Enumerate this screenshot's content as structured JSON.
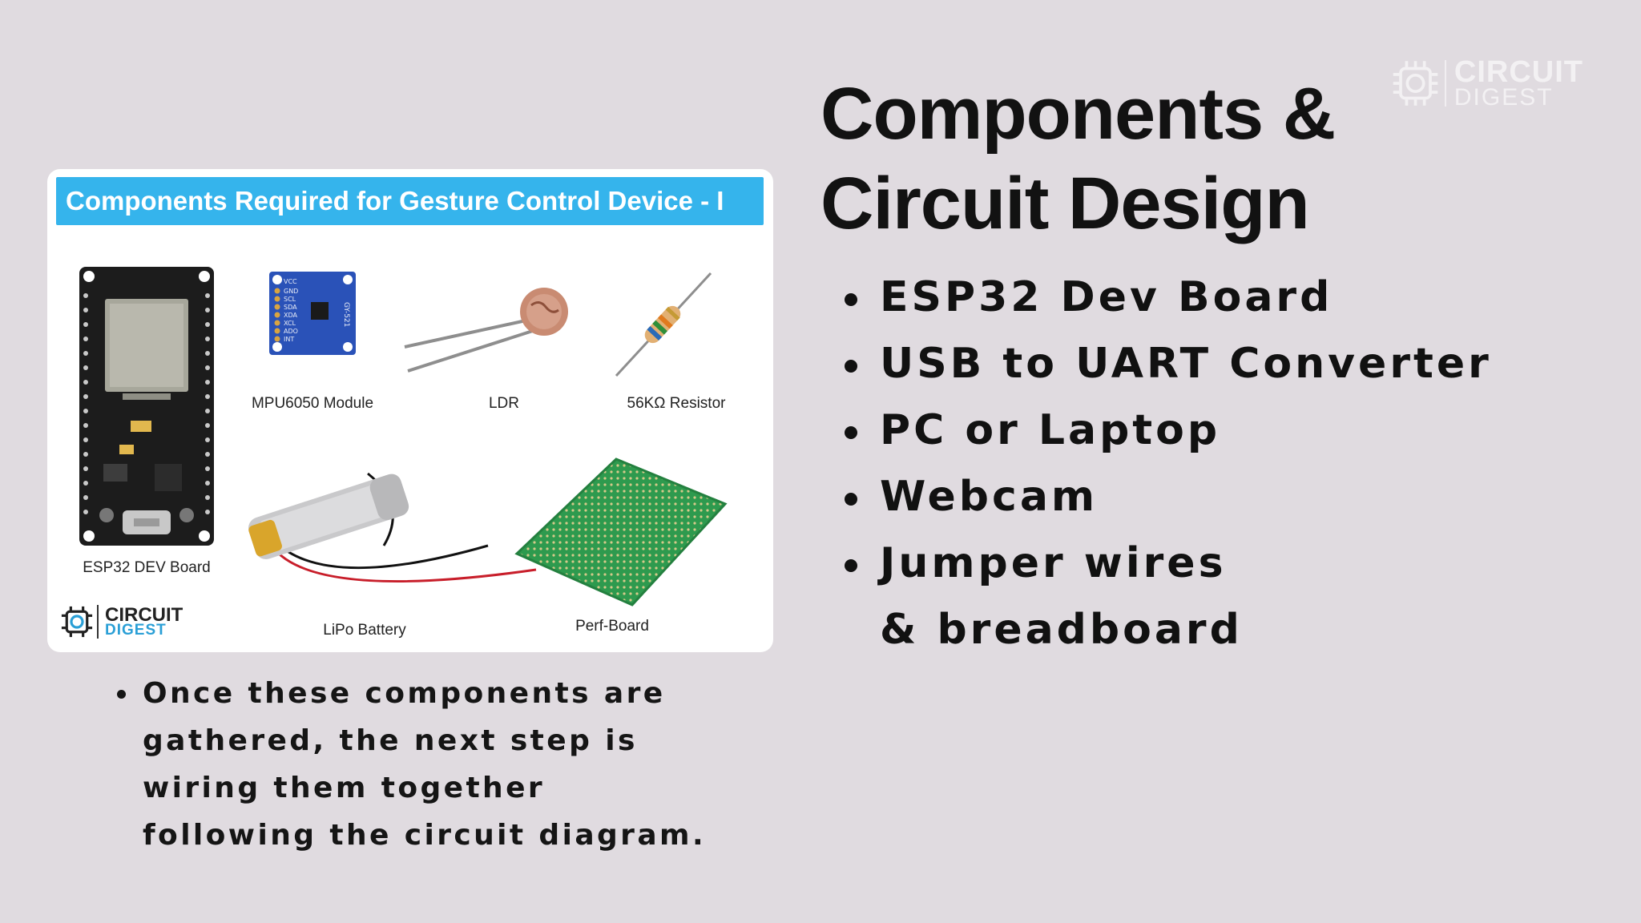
{
  "slide": {
    "title_line1": "Components &",
    "title_line2": "Circuit Design"
  },
  "brand": {
    "word1": "CIRCUIT",
    "word2": "DIGEST",
    "icon": "chip-logo-icon",
    "accent_color": "#2a9fd6"
  },
  "components_list": [
    "ESP32 Dev Board",
    "USB to UART Converter",
    "PC or Laptop",
    "Webcam",
    "Jumper wires & breadboard"
  ],
  "note": "Once these components are gathered, the next step is wiring them together following the circuit diagram.",
  "figure": {
    "banner": "Components Required for Gesture Control Device - I",
    "banner_color": "#35b4ec",
    "labels": {
      "esp32": "ESP32 DEV Board",
      "mpu": "MPU6050 Module",
      "ldr": "LDR",
      "resistor": "56KΩ Resistor",
      "battery": "LiPo Battery",
      "perf": "Perf-Board"
    },
    "mpu_pins": [
      "VCC",
      "GND",
      "SCL",
      "SDA",
      "XDA",
      "XCL",
      "ADO",
      "INT"
    ],
    "mpu_chip_text": "GY-521"
  }
}
